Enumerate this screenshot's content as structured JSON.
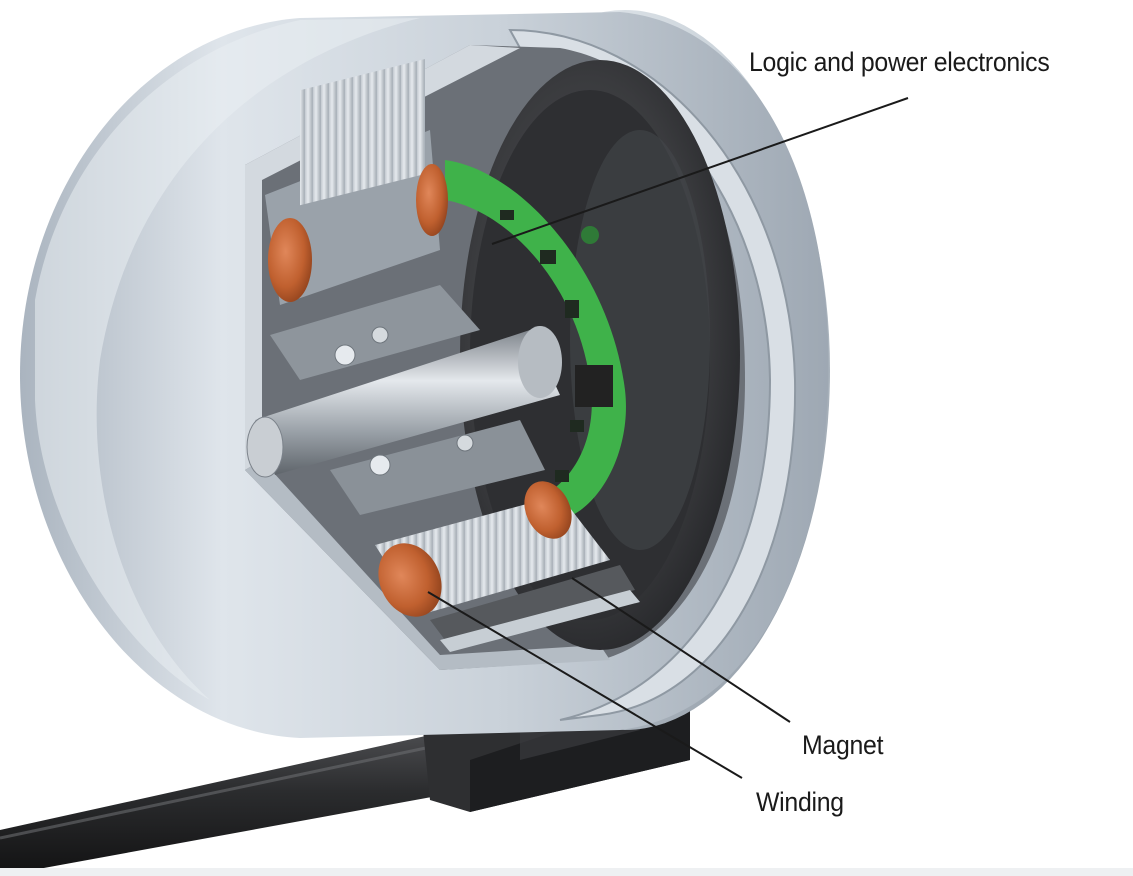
{
  "labels": {
    "logic": "Logic and power electronics",
    "magnet": "Magnet",
    "winding": "Winding"
  },
  "colors": {
    "housing": "#c9d1d9",
    "pcb": "#3fb24a",
    "copper": "#c8673a",
    "rotor": "#3c3c3e",
    "cable": "#2a2b2d"
  }
}
